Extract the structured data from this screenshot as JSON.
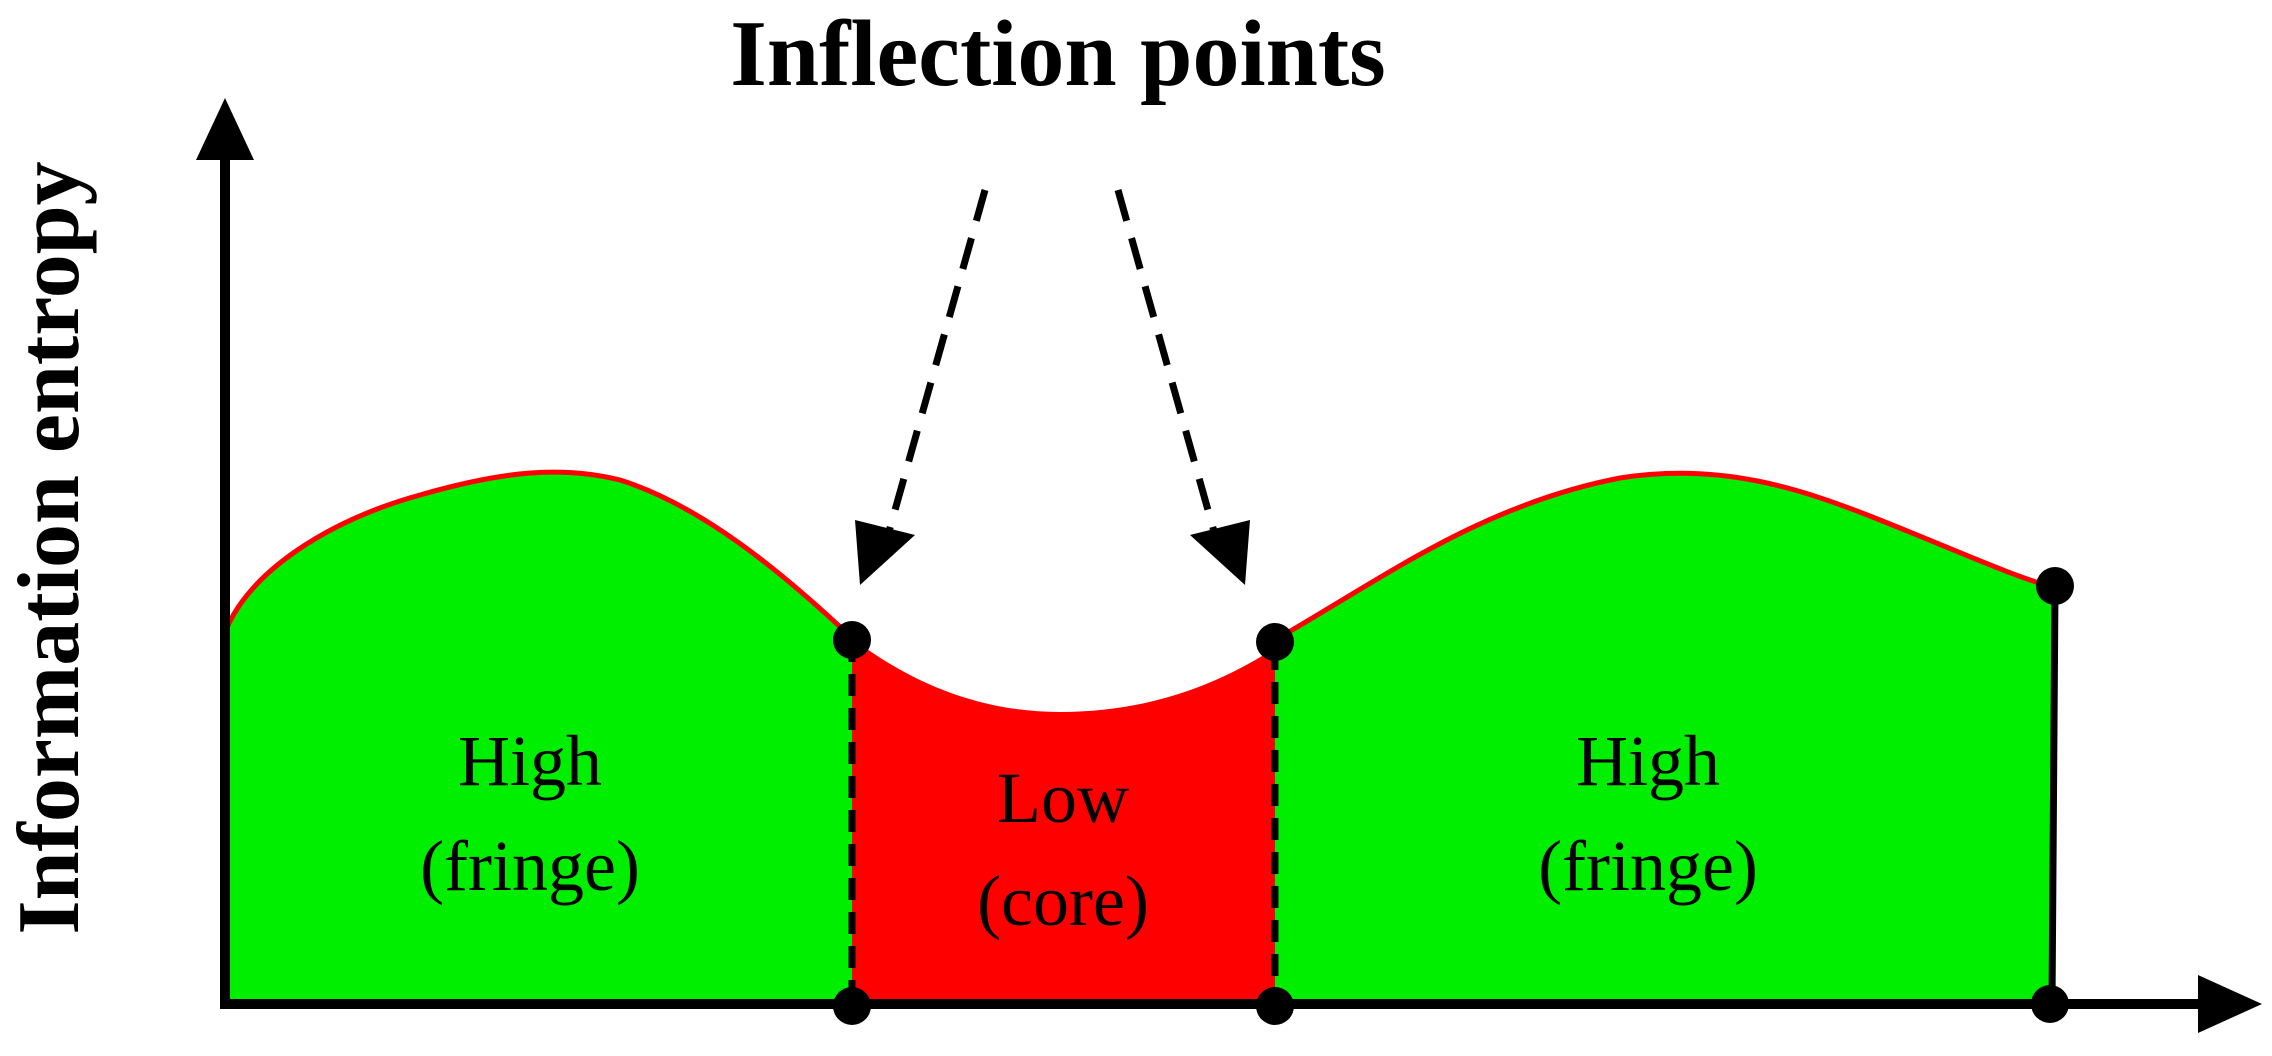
{
  "title": "Inflection points",
  "y_axis_label": "Information entropy",
  "regions": {
    "left": {
      "line1": "High",
      "line2": "(fringe)"
    },
    "middle": {
      "line1": "Low",
      "line2": "(core)"
    },
    "right": {
      "line1": "High",
      "line2": "(fringe)"
    }
  },
  "colors": {
    "high_fill": "#00ee00",
    "low_fill": "#ff0000",
    "curve": "#ff0000",
    "axes": "#000000"
  }
}
